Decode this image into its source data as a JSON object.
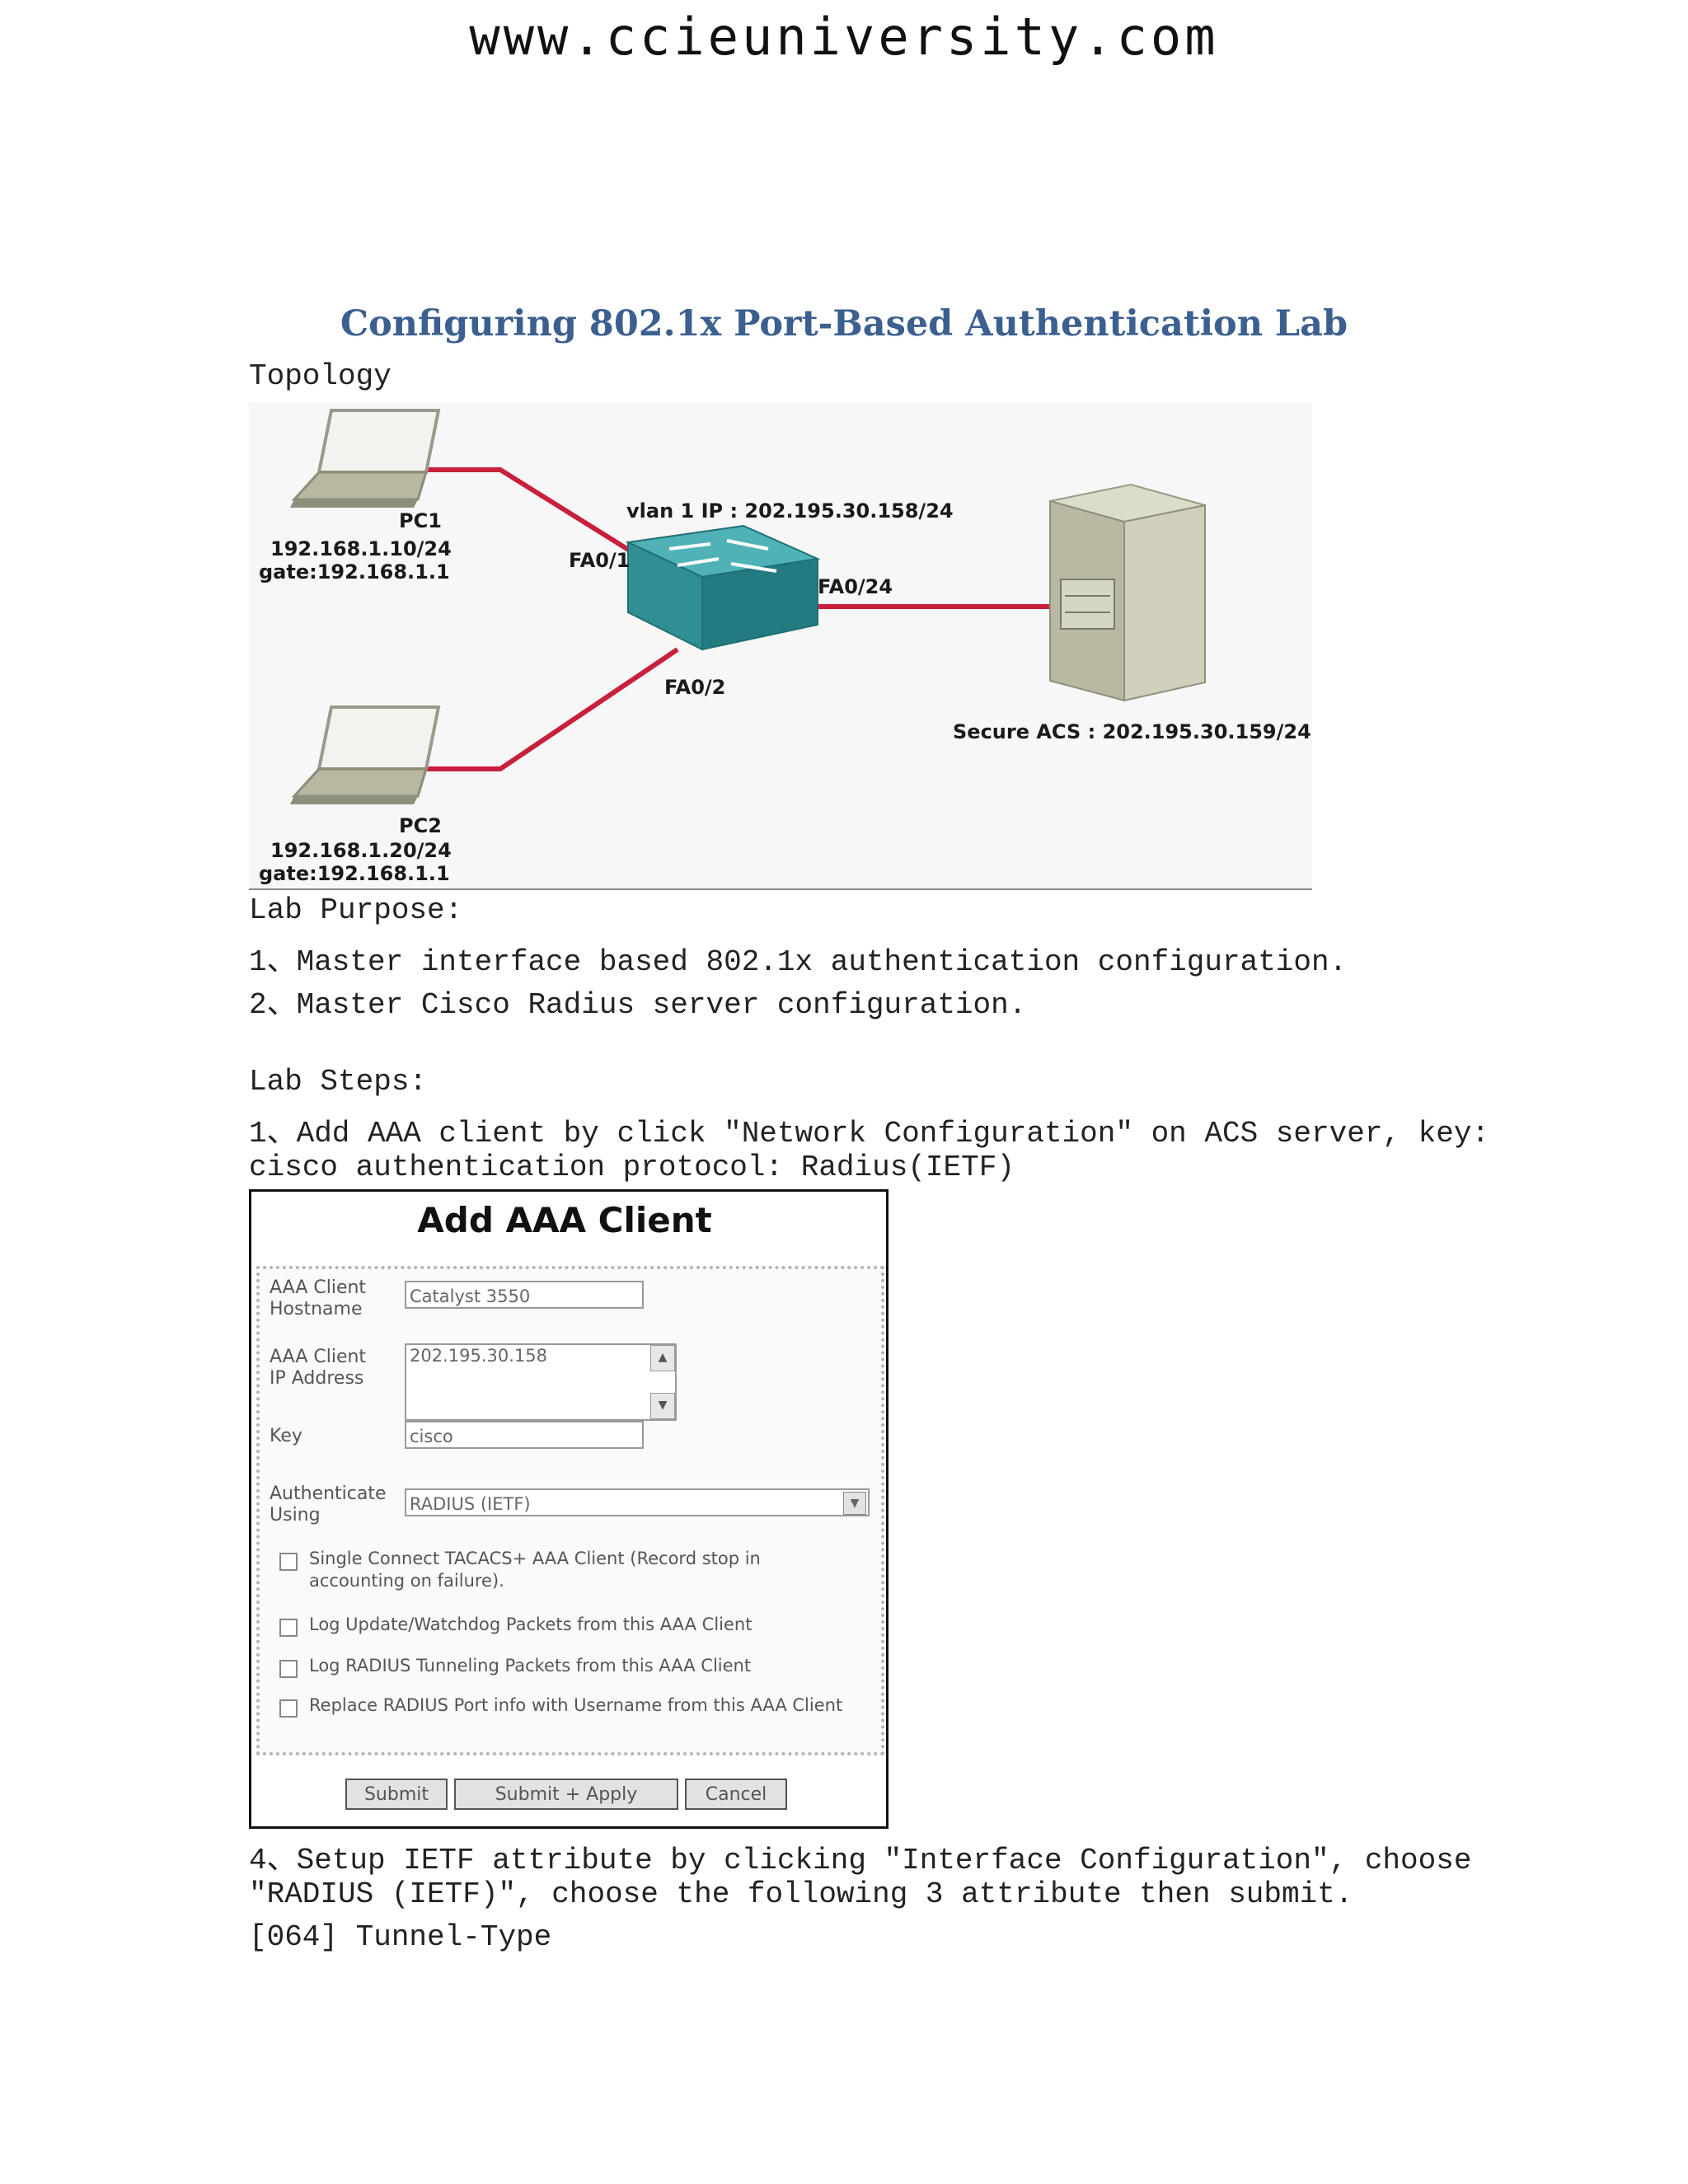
{
  "header": {
    "site": "www.ccieuniversity.com"
  },
  "doc": {
    "title": "Configuring 802.1x Port-Based Authentication Lab",
    "topology_label": "Topology",
    "purpose_heading": "Lab Purpose:",
    "purpose": [
      "1、Master interface based 802.1x authentication configuration.",
      "2、Master Cisco Radius server configuration."
    ],
    "steps_heading": "Lab Steps:",
    "step1": [
      "1、Add AAA client by click \"Network Configuration\" on ACS server, key:",
      "cisco authentication protocol: Radius(IETF)"
    ],
    "step4": [
      "4、Setup IETF attribute by clicking \"Interface Configuration\", choose",
      "\"RADIUS (IETF)\", choose the following 3 attribute then submit.",
      "[064] Tunnel-Type"
    ]
  },
  "topology": {
    "vlan": "vlan 1 IP : 202.195.30.158/24",
    "fa01": "FA0/1",
    "fa02": "FA0/2",
    "fa024": "FA0/24",
    "pc1": [
      "PC1",
      "192.168.1.10/24",
      "gate:192.168.1.1"
    ],
    "pc2": [
      "PC2",
      "192.168.1.20/24",
      "gate:192.168.1.1"
    ],
    "acs": "Secure ACS : 202.195.30.159/24",
    "colors": {
      "link": "#c8203c",
      "switch": "#2f8f95",
      "server": "#c9c9b4"
    }
  },
  "aaa_form": {
    "title": "Add AAA Client",
    "hostname_label": "AAA Client\nHostname",
    "hostname_value": "Catalyst 3550",
    "ip_label": "AAA Client\nIP Address",
    "ip_value": "202.195.30.158",
    "key_label": "Key",
    "key_value": "cisco",
    "auth_label": "Authenticate\nUsing",
    "auth_value": "RADIUS (IETF)",
    "options": [
      "Single Connect TACACS+ AAA Client (Record stop in accounting on failure).",
      "Log Update/Watchdog Packets from this AAA Client",
      "Log RADIUS Tunneling Packets from this AAA Client",
      "Replace RADIUS Port info with Username from this AAA Client"
    ],
    "buttons": {
      "submit": "Submit",
      "submit_apply": "Submit + Apply",
      "cancel": "Cancel"
    }
  }
}
